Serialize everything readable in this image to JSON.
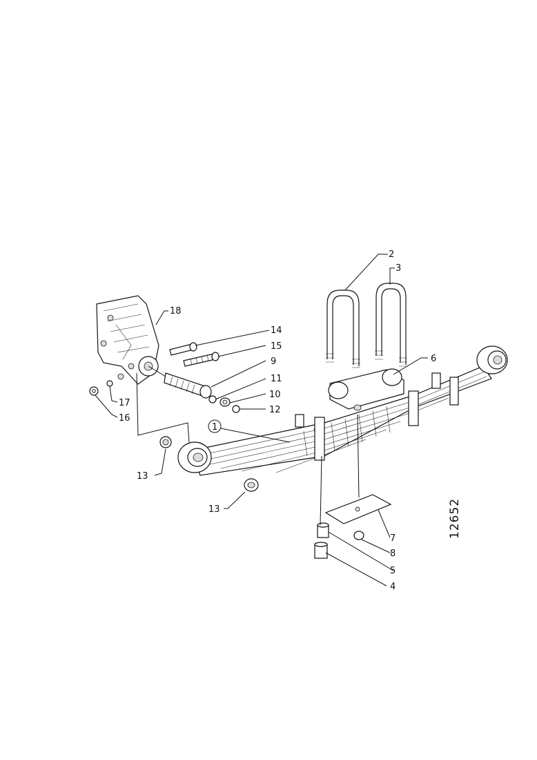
{
  "drawing": {
    "reference_number": "12652",
    "callouts": {
      "c1": "1",
      "c2": "2",
      "c3": "3",
      "c4": "4",
      "c5": "5",
      "c6": "6",
      "c7": "7",
      "c8": "8",
      "c9": "9",
      "c10": "10",
      "c11": "11",
      "c12": "12",
      "c13a": "13",
      "c13b": "13",
      "c14": "14",
      "c15": "15",
      "c16": "16",
      "c17": "17",
      "c18": "18"
    }
  }
}
